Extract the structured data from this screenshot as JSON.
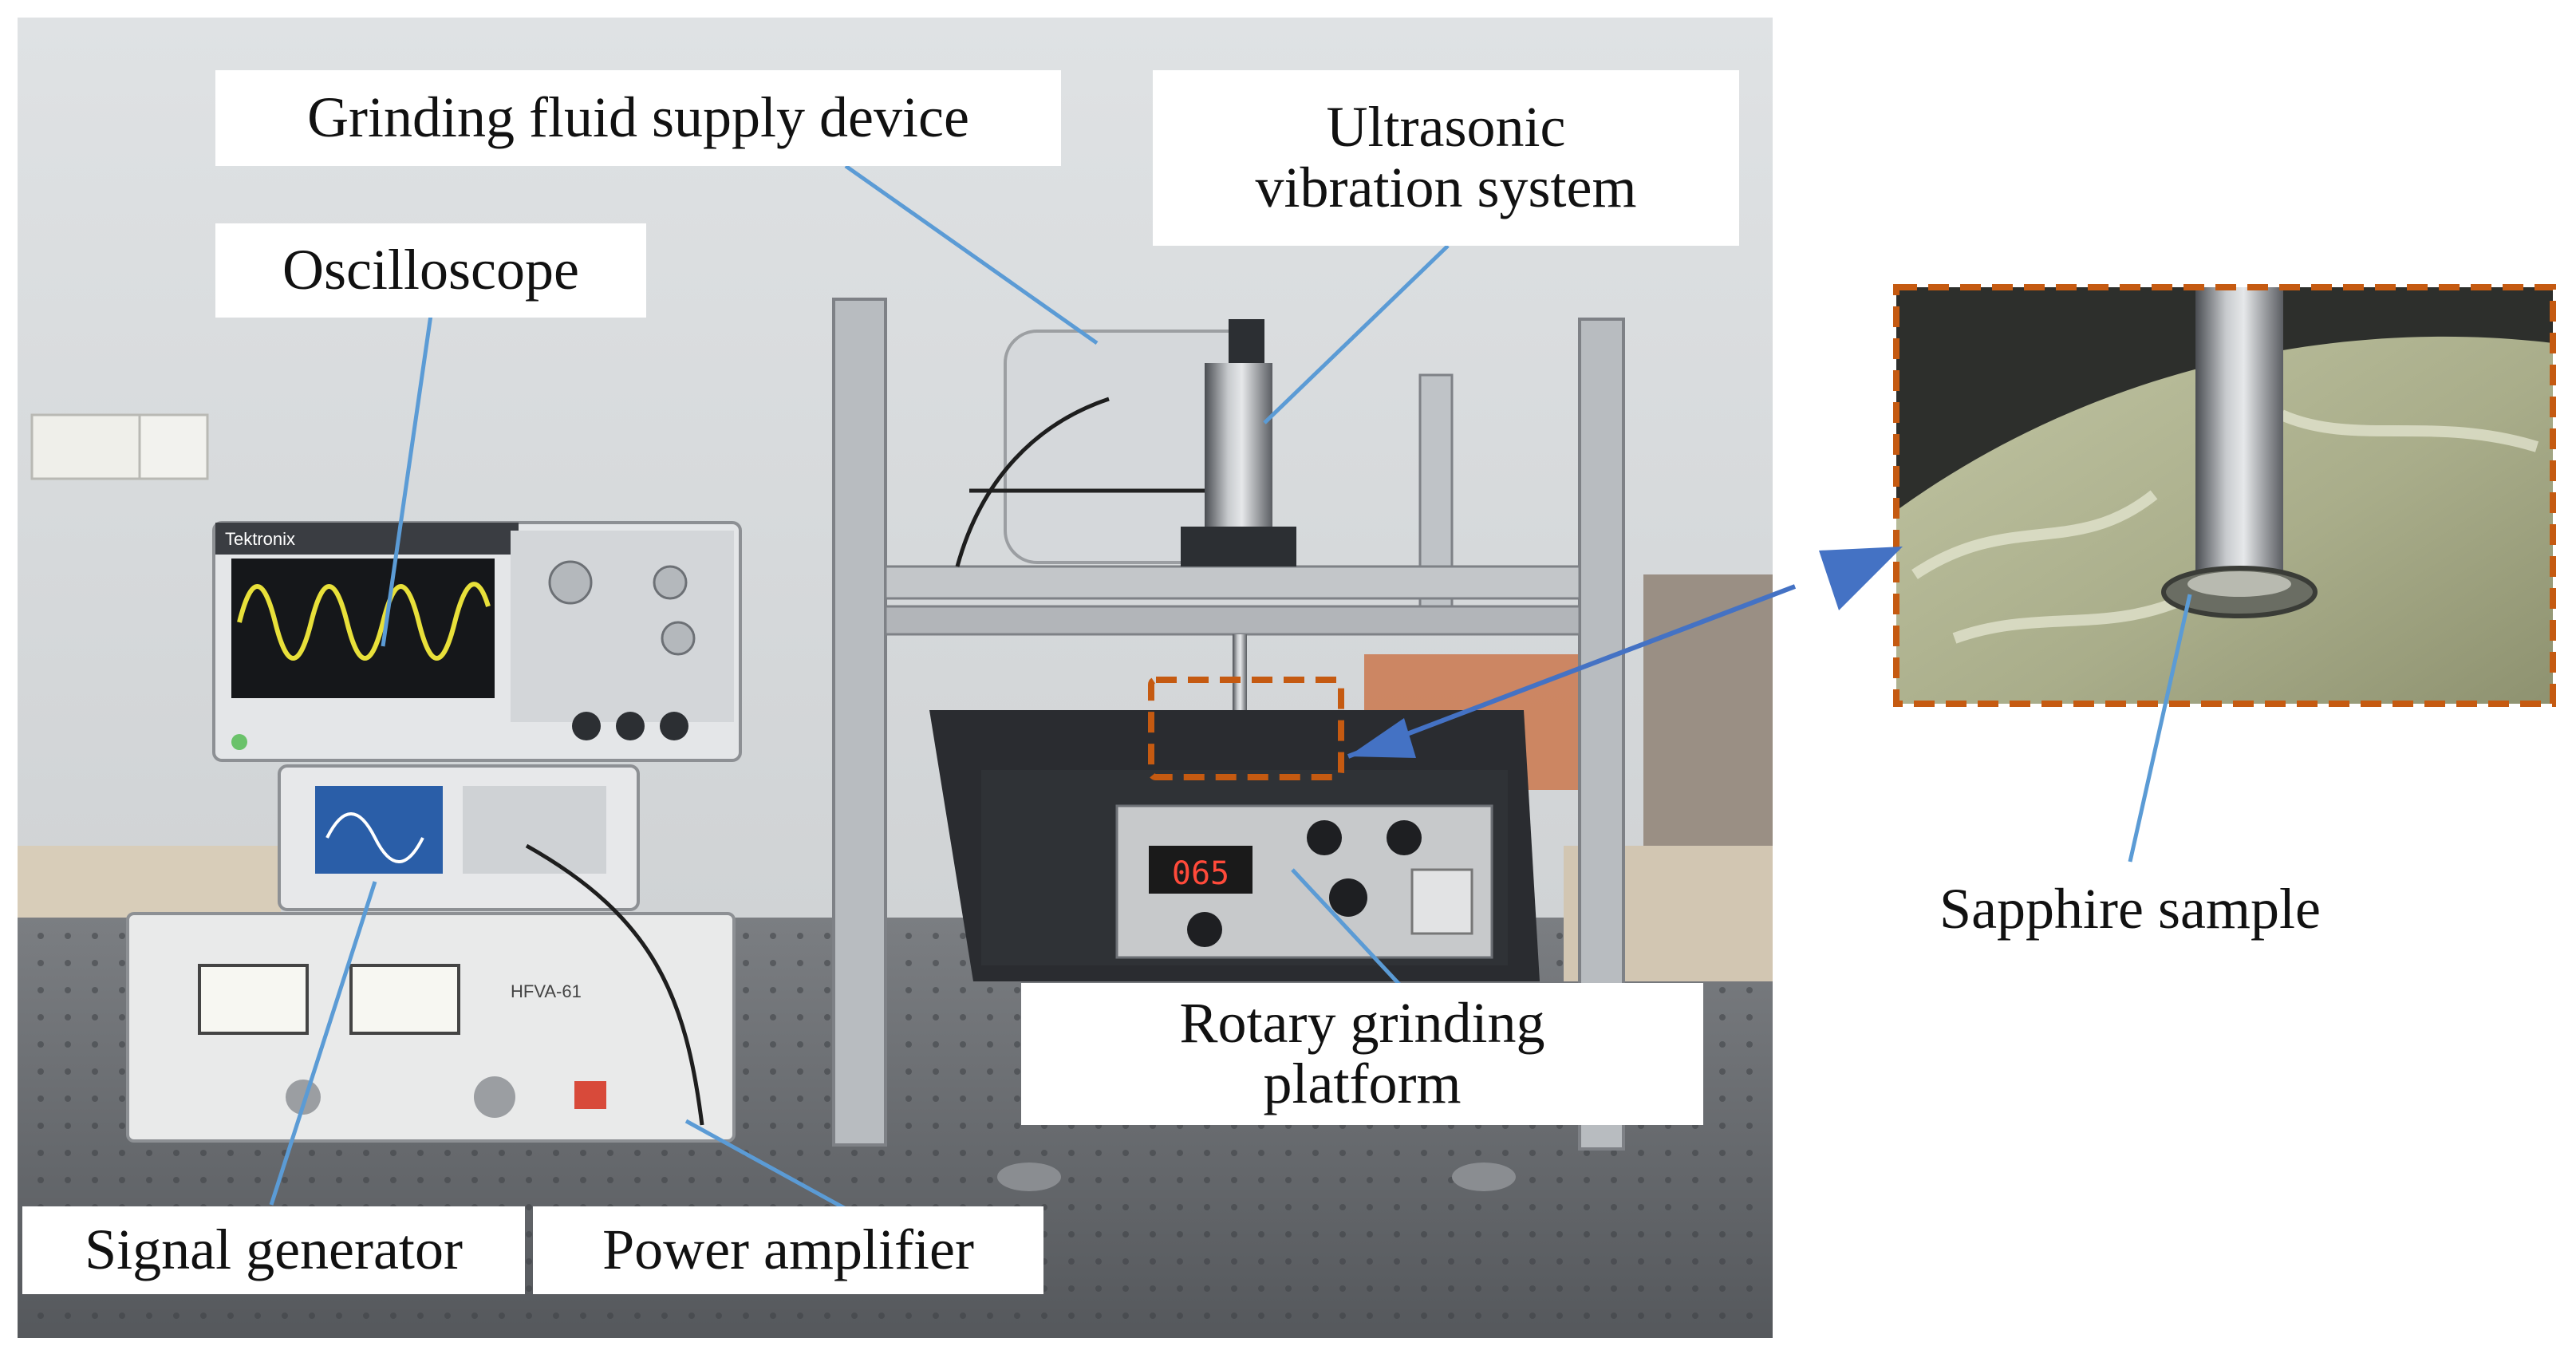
{
  "labels": {
    "grinding_fluid": "Grinding fluid supply device",
    "ultrasonic": "Ultrasonic\nvibration system",
    "oscilloscope": "Oscilloscope",
    "rotary_platform": "Rotary grinding\nplatform",
    "signal_generator": "Signal generator",
    "power_amplifier": "Power amplifier",
    "sapphire_sample": "Sapphire sample"
  },
  "displays": {
    "oscilloscope_brand": "Tektronix",
    "platform_readout": "065",
    "amplifier_model": "HFVA-61"
  },
  "colors": {
    "leader_line": "#5b9bd5",
    "arrow": "#4472c4",
    "highlight_box": "#c55a11"
  }
}
